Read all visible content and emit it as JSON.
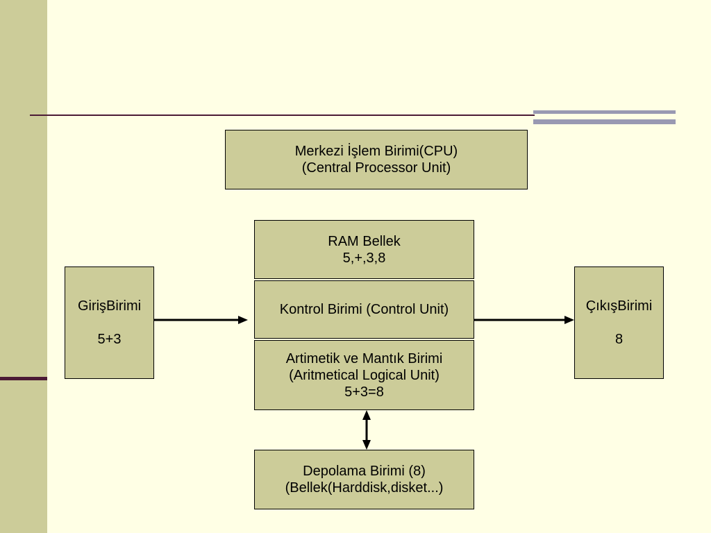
{
  "cpu": {
    "line1": "Merkezi İşlem Birimi(CPU)",
    "line2": "(Central Processor Unit)"
  },
  "ram": {
    "line1": "RAM Bellek",
    "line2": "5,+,3,8"
  },
  "control": {
    "label": "Kontrol Birimi (Control Unit)"
  },
  "alu": {
    "line1": "Artimetik ve Mantık Birimi",
    "line2": "(Aritmetical Logical Unit)",
    "line3": "5+3=8"
  },
  "input": {
    "label": "GirişBirimi",
    "value": "5+3"
  },
  "output": {
    "label": "ÇıkışBirimi",
    "value": "8"
  },
  "storage": {
    "line1": "Depolama Birimi  (8)",
    "line2": "(Bellek(Harddisk,disket...)"
  },
  "colors": {
    "background": "#FFFFE5",
    "box": "#CCCC99",
    "accent": "#4B1A35",
    "stripe": "#9999B2"
  }
}
